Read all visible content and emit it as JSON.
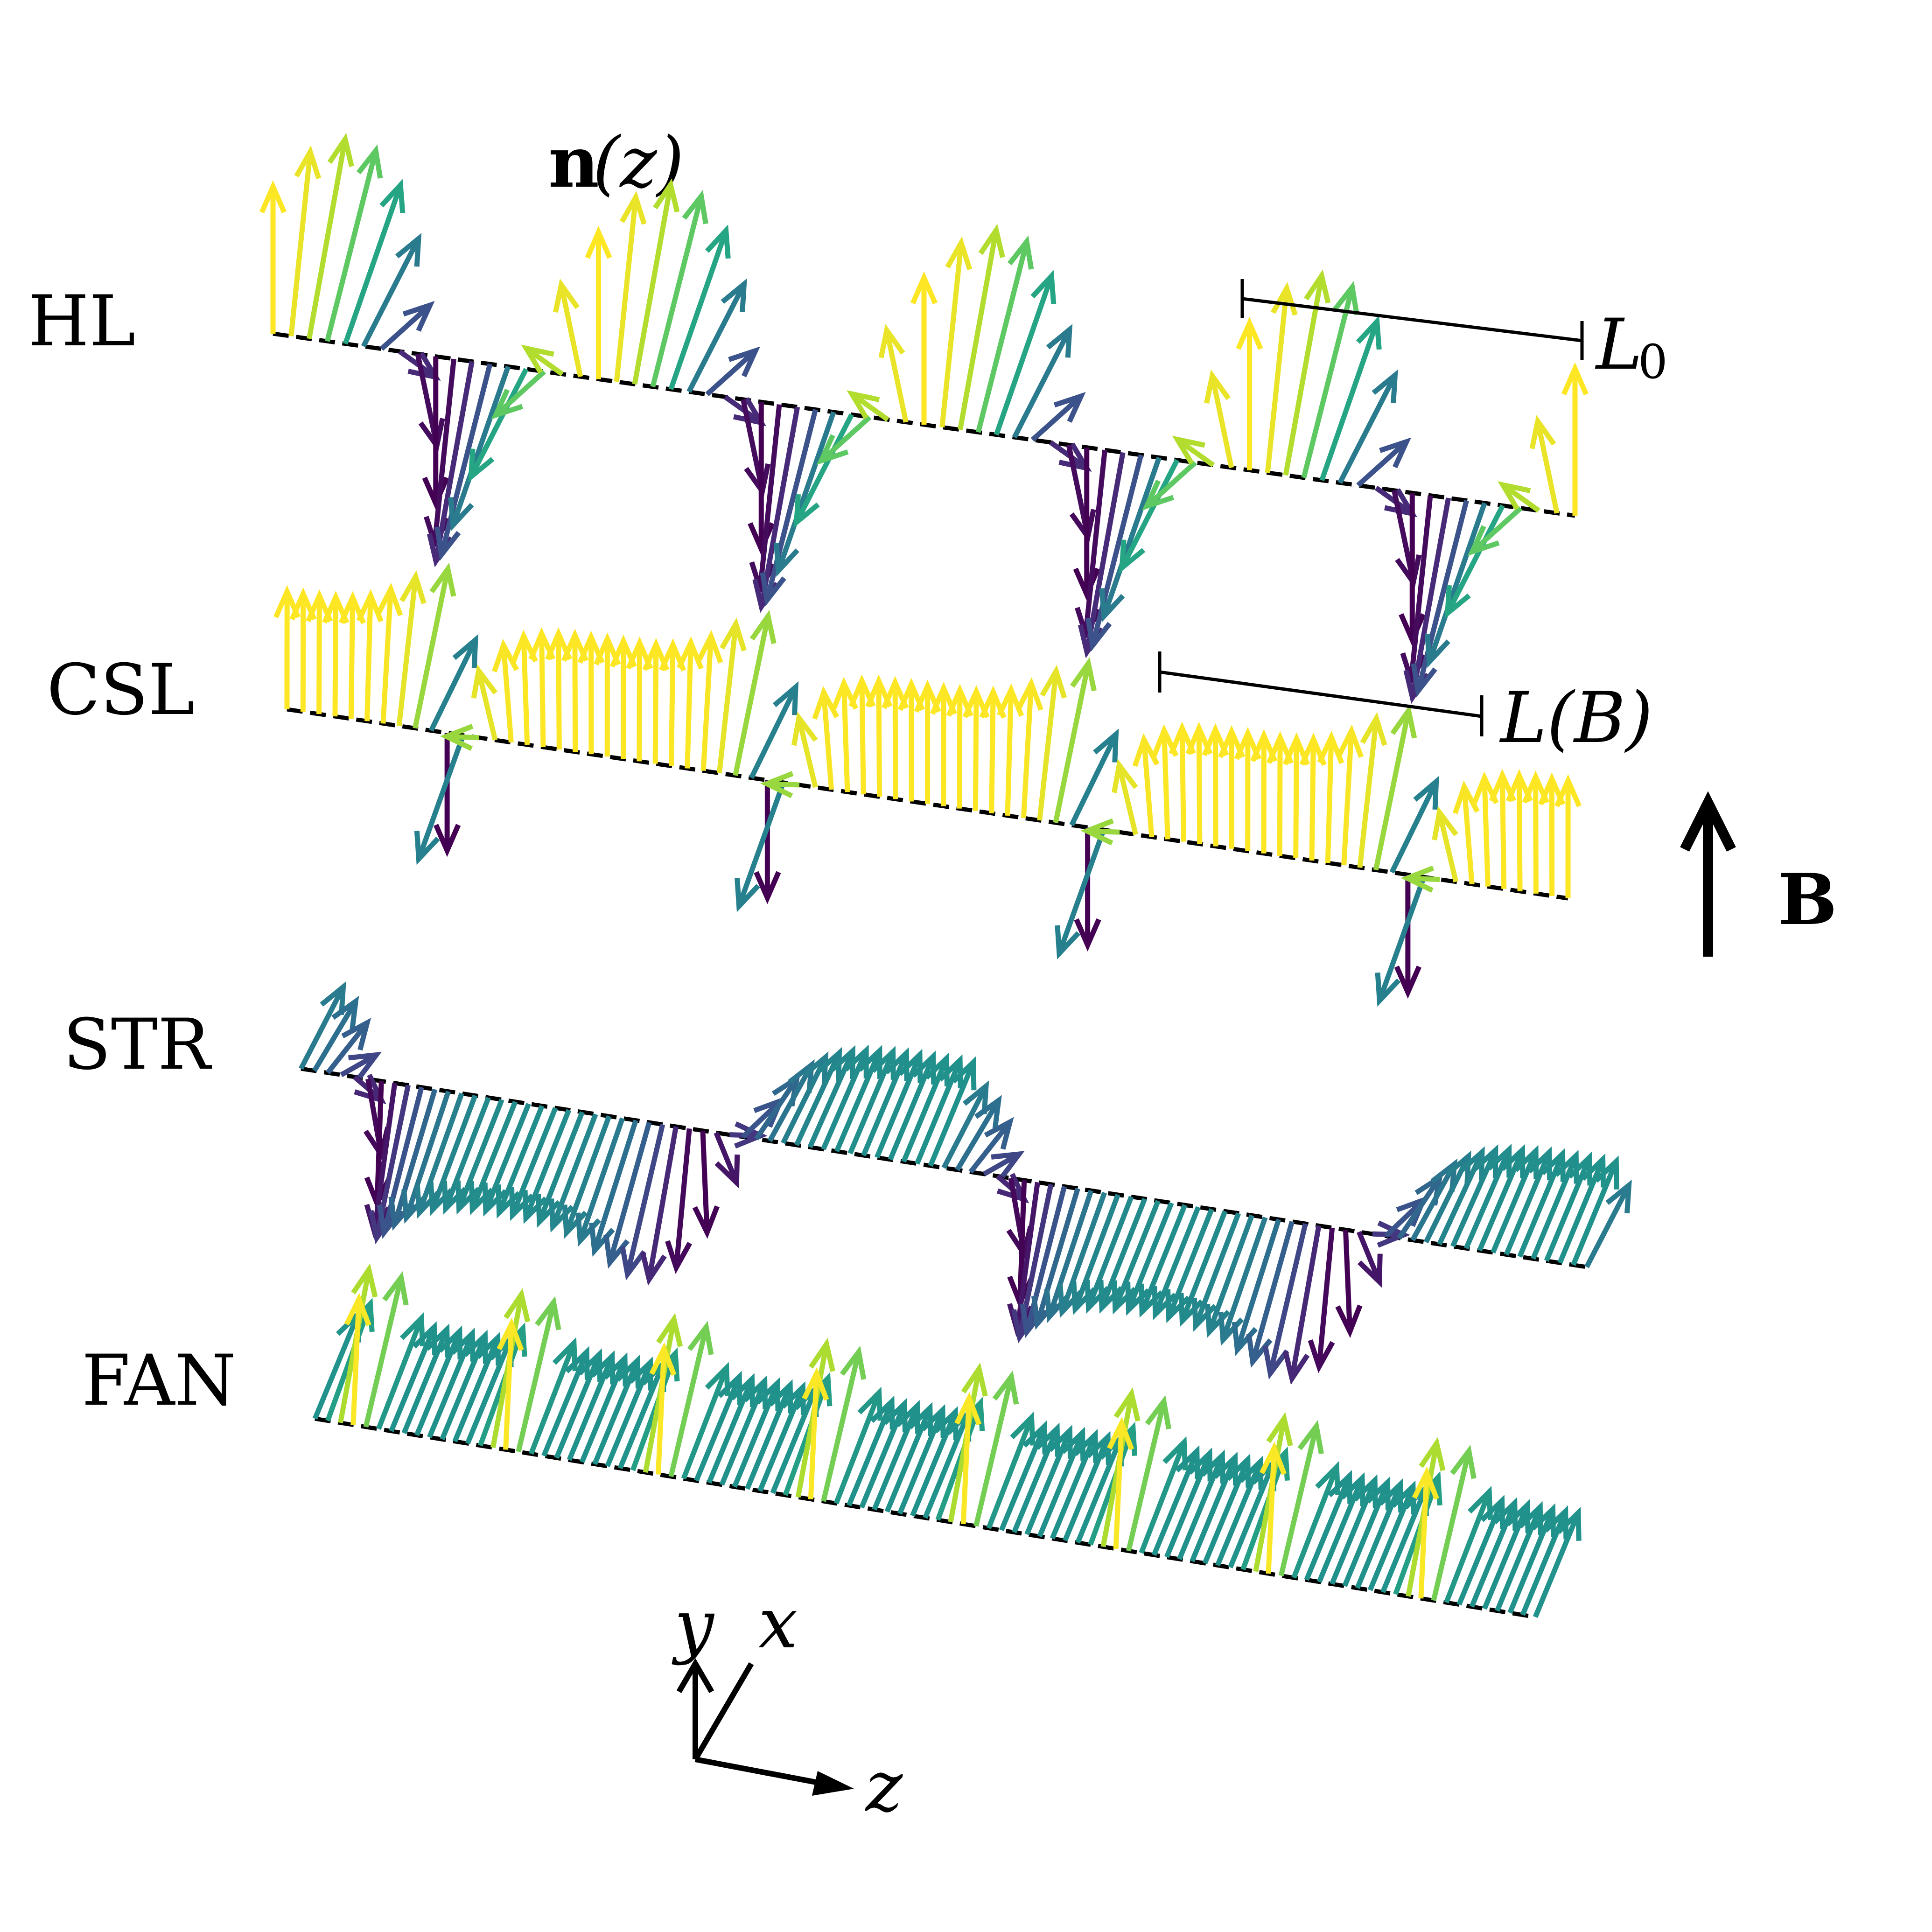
{
  "title_symbol": {
    "bold": "n",
    "rest": "(z)"
  },
  "rows": [
    {
      "name": "HL",
      "mode": "helix"
    },
    {
      "name": "CSL",
      "mode": "csl"
    },
    {
      "name": "STR",
      "mode": "str"
    },
    {
      "name": "FAN",
      "mode": "fan"
    }
  ],
  "scale_markers": {
    "hl": {
      "symbol": "L",
      "subscript": "0"
    },
    "csl": {
      "text": "L(B)"
    }
  },
  "field_label": "B",
  "axes": {
    "y": "y",
    "x": "x",
    "z": "z"
  },
  "colors": {
    "viridis": [
      "#440154",
      "#472d7b",
      "#3b528b",
      "#2c728e",
      "#21918c",
      "#28ae80",
      "#5ec962",
      "#addc30",
      "#fde725"
    ],
    "axis_line": "#000000"
  }
}
